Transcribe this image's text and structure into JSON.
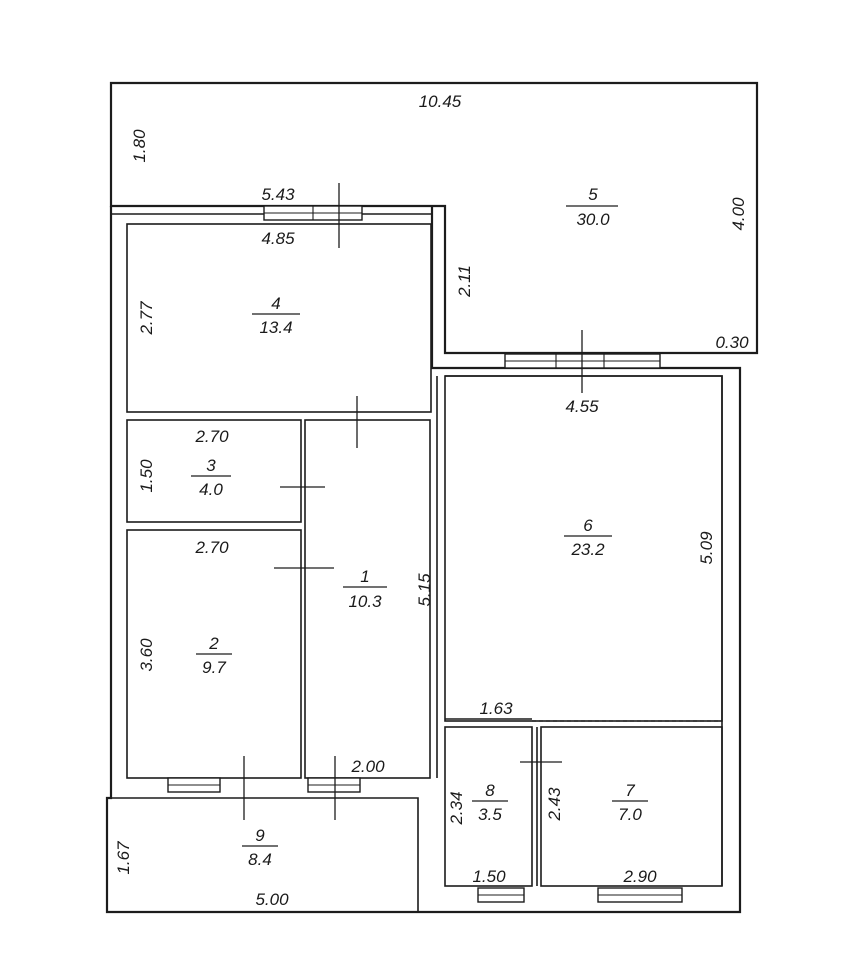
{
  "rooms": [
    {
      "id": "1",
      "number": "1",
      "area": "10.3"
    },
    {
      "id": "2",
      "number": "2",
      "area": "9.7"
    },
    {
      "id": "3",
      "number": "3",
      "area": "4.0"
    },
    {
      "id": "4",
      "number": "4",
      "area": "13.4"
    },
    {
      "id": "5",
      "number": "5",
      "area": "30.0"
    },
    {
      "id": "6",
      "number": "6",
      "area": "23.2"
    },
    {
      "id": "7",
      "number": "7",
      "area": "7.0"
    },
    {
      "id": "8",
      "number": "8",
      "area": "3.5"
    },
    {
      "id": "9",
      "number": "9",
      "area": "8.4"
    }
  ],
  "dimensions": {
    "terrace_width": "10.45",
    "terrace_depth_left": "1.80",
    "terrace_depth_right": "4.00",
    "terrace_step": "0.30",
    "room5_wall_height": "2.11",
    "outer_left_width": "5.43",
    "room4_width": "4.85",
    "room4_height": "2.77",
    "room3_width": "2.70",
    "room3_height": "1.50",
    "room2_width": "2.70",
    "room2_height": "3.60",
    "room1_height": "5.15",
    "room1_bottom": "2.00",
    "room6_width": "4.55",
    "room6_height": "5.09",
    "room8_top": "1.63",
    "room8_height": "2.34",
    "room8_bottom": "1.50",
    "room7_height": "2.43",
    "room7_bottom": "2.90",
    "room9_height": "1.67",
    "room9_width": "5.00"
  }
}
